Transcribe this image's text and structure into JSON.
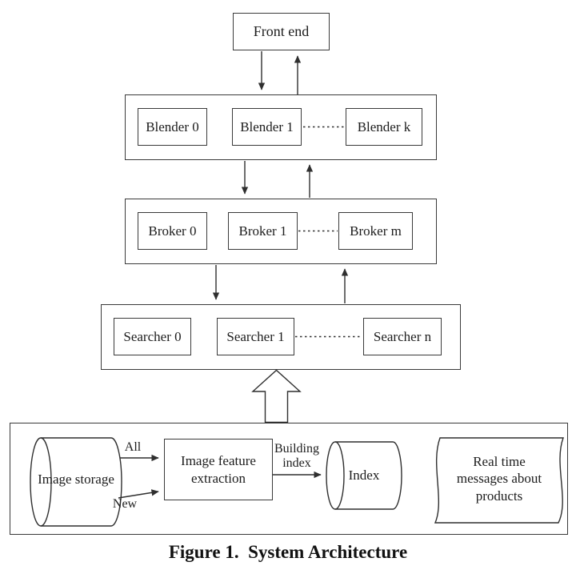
{
  "nodes": {
    "front_end": "Front end",
    "blenders": [
      "Blender 0",
      "Blender 1",
      "Blender k"
    ],
    "brokers": [
      "Broker 0",
      "Broker 1",
      "Broker m"
    ],
    "searchers": [
      "Searcher 0",
      "Searcher 1",
      "Searcher n"
    ],
    "image_storage": "Image storage",
    "extraction": "Image feature extraction",
    "index": "Index",
    "realtime_messages": "Real time messages about products"
  },
  "edge_labels": {
    "all": "All",
    "new": "New",
    "building_index": "Building index"
  },
  "caption": "Figure 1.  System Architecture",
  "colors": {
    "line": "#3a3a3a",
    "background": "#ffffff"
  }
}
